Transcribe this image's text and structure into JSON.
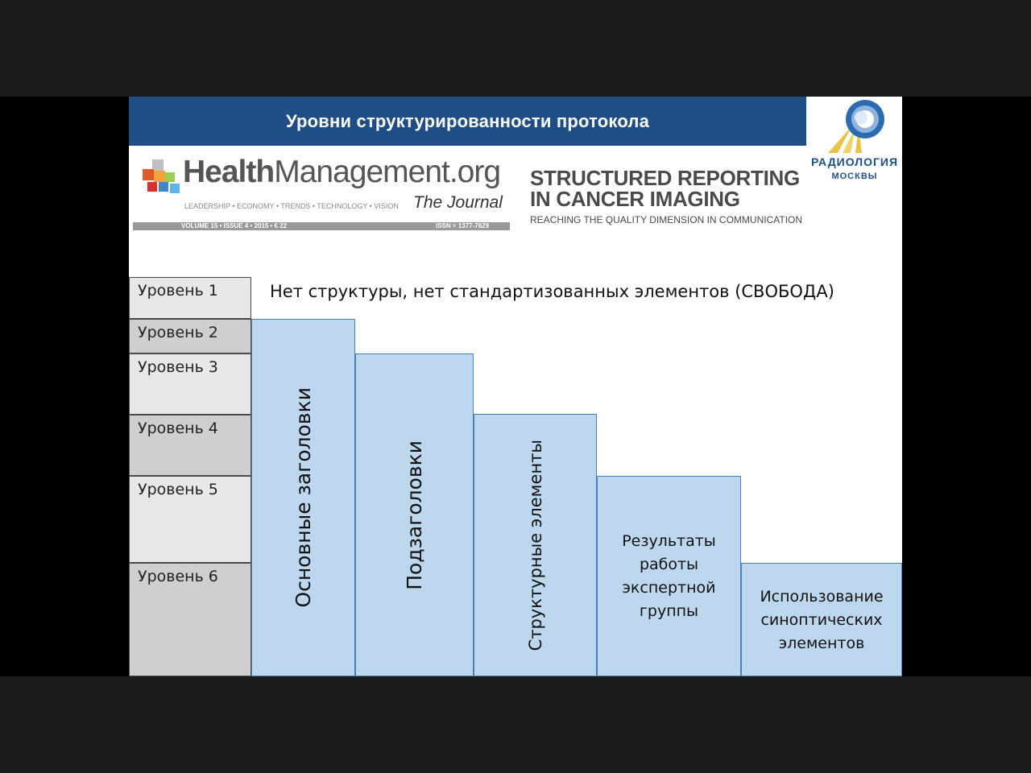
{
  "slide": {
    "title": "Уровни структурированности протокола",
    "logo": {
      "word": "РАДИОЛОГИЯ",
      "sub": "МОСКВЫ",
      "icon": "radiology-logo-icon",
      "colors": {
        "ring": "#2b6cb0",
        "rays": "#e8c24a"
      }
    },
    "journal": {
      "name_bold": "Health",
      "name_regular": "Management.org",
      "tagline": "LEADERSHIP • ECONOMY • TRENDS • TECHNOLOGY • VISION",
      "journal_label": "The Journal",
      "volume": "VOLUME 15 • ISSUE 4 • 2015 • € 22",
      "issn": "ISSN = 1377-7629"
    },
    "headline": {
      "line1": "STRUCTURED REPORTING",
      "line2": "IN CANCER IMAGING",
      "sub": "REACHING THE QUALITY DIMENSION IN COMMUNICATION"
    },
    "levels": [
      "Уровень 1",
      "Уровень 2",
      "Уровень 3",
      "Уровень 4",
      "Уровень 5",
      "Уровень 6"
    ],
    "level1_text": "Нет структуры, нет стандартизованных элементов (СВОБОДА)",
    "steps": [
      "Основные заголовки",
      "Подзаголовки",
      "Структурные  элементы",
      "Результаты\nработы\nэкспертной\nгруппы",
      "Использование\nсиноптических\nэлементов"
    ],
    "colors": {
      "title_band": "#1e4e85",
      "step_fill": "#bdd7ee",
      "step_border": "#4a7eb6"
    }
  }
}
